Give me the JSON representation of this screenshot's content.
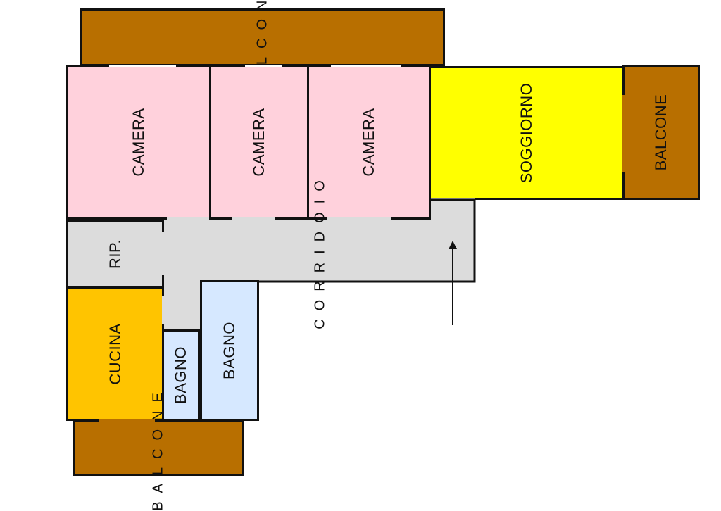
{
  "colors": {
    "balcone": "#b86f00",
    "camera": "#ffd1dc",
    "soggiorno": "#ffff00",
    "corridoio": "#dcdcdc",
    "cucina": "#ffc400",
    "bagno": "#d6e8ff",
    "wall": "#111111"
  },
  "rooms": {
    "balcone_top": "BALCONE",
    "camera_1": "CAMERA",
    "camera_2": "CAMERA",
    "camera_3": "CAMERA",
    "soggiorno": "SOGGIORNO",
    "balcone_right": "BALCONE",
    "ripostiglio": "RIP.",
    "corridoio": "CORRIDOIO",
    "cucina": "CUCINA",
    "bagno_1": "BAGNO",
    "bagno_2": "BAGNO",
    "balcone_bottom": "BALCONE"
  },
  "entrance_arrow": "arrow-up-icon"
}
